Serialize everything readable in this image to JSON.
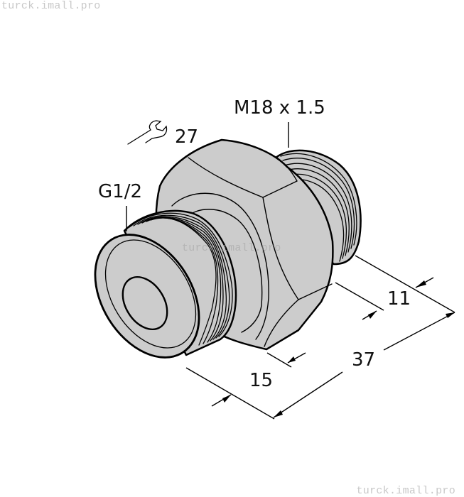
{
  "watermarks": {
    "top": "turck.imall.pro",
    "bottom": "turck.imall.pro",
    "center": "turck.imall.pro"
  },
  "drawing": {
    "subject": "threaded reducing adapter (hex body, two male threads)",
    "fill_color": "#cccccc",
    "stroke_color": "#000000",
    "labels": {
      "thread_right": "M18 x 1.5",
      "wrench_size": "27",
      "thread_left": "G1/2",
      "dim_hex_to_right_end": "11",
      "dim_overall_length": "37",
      "dim_left_thread_length": "15"
    },
    "icons": {
      "wrench": "wrench-icon"
    }
  }
}
